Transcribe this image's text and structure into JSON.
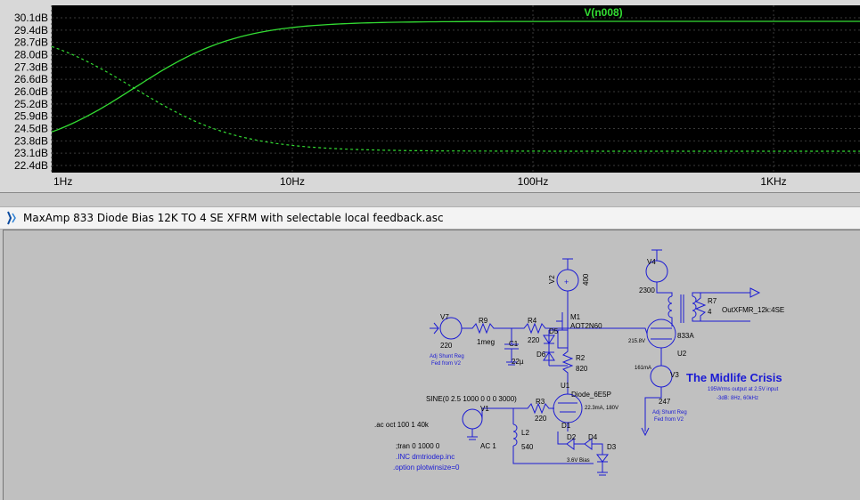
{
  "plot": {
    "trace_label": "V(n008)",
    "y_ticks": [
      "30.1dB",
      "29.4dB",
      "28.7dB",
      "28.0dB",
      "27.3dB",
      "26.6dB",
      "26.0dB",
      "25.2dB",
      "25.9dB",
      "24.5dB",
      "23.8dB",
      "23.1dB",
      "22.4dB"
    ],
    "x_ticks": [
      "1Hz",
      "10Hz",
      "100Hz",
      "1KHz"
    ],
    "colors": {
      "background": "#000000",
      "trace": "#33dd33",
      "grid": "#555555",
      "frame": "#d8d8d8"
    }
  },
  "window": {
    "title": "MaxAmp 833 Diode Bias 12K TO 4 SE XFRM with selectable local feedback.asc",
    "icon": "ltspice-icon"
  },
  "schematic": {
    "components": {
      "v7": "V7",
      "v7_val": "220",
      "r9": "R9",
      "r9_val": "1meg",
      "r4": "R4",
      "r4_val": "220",
      "c1": "C1",
      "c1_val": "22µ",
      "d5": "D5",
      "d6": "D6",
      "m1": "M1",
      "m1_val": "AOT2N60",
      "v2": "V2",
      "v2_val": "400",
      "r2": "R2",
      "r2_val": "820",
      "u1": "U1",
      "u1_val": "Diode_6E5P",
      "u1_note": "22.3mA, 180V",
      "r3": "R3",
      "r3_val": "220",
      "v1": "V1",
      "v1_val": "AC 1",
      "sine": "SINE(0 2.5 1000 0 0 0 3000)",
      "l2": "L2",
      "l2_val": "540",
      "d1": "D1",
      "d2": "D2",
      "d3": "D3",
      "d4": "D4",
      "d_bias": "3.6V Bias",
      "v4": "V4",
      "v4_val": "2300",
      "r7": "R7",
      "r7_val": "4",
      "out": "OutXFMR_12k:4SE",
      "u2": "U2",
      "u2_val": "833A",
      "u2_note": "215.8V",
      "v3": "V3",
      "v3_val": "247",
      "v3_note": "161mA",
      "adj1a": "Adj Shunt Reg",
      "adj1b": "Fed from V2",
      "adj2a": "Adj Shunt Reg",
      "adj2b": "Fed from V2"
    },
    "directives": {
      "ac": ".ac oct 100 1 40k",
      "tran": ";tran 0 1000 0",
      "inc": ".INC dmtriodep.inc",
      "option": ".option plotwinsize=0"
    },
    "title": "The Midlife Crisis",
    "subtitle1": "195Wrms output at 2.5V input",
    "subtitle2": "-3dB: 8Hz, 60kHz"
  }
}
